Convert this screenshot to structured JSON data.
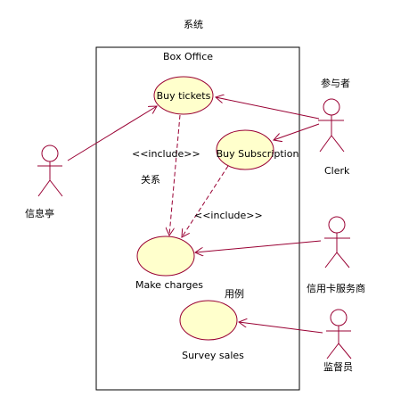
{
  "diagram": {
    "system_caption": "系统",
    "system_name": "Box Office",
    "participant_caption": "参与者",
    "relation_caption": "关系",
    "usecase_caption": "用例",
    "use_cases": {
      "buy_tickets": "Buy tickets",
      "buy_subscription": "Buy Subscription",
      "make_charges": "Make charges",
      "survey_sales": "Survey sales"
    },
    "actors": {
      "kiosk": "信息亭",
      "clerk": "Clerk",
      "card_provider": "信用卡服务商",
      "supervisor": "监督员"
    },
    "include_labels": {
      "tickets_to_charges": "<<include>>",
      "subscription_to_charges": "<<include>>"
    },
    "colors": {
      "use_case_fill": "#ffffcc",
      "line_color": "#990033"
    }
  }
}
